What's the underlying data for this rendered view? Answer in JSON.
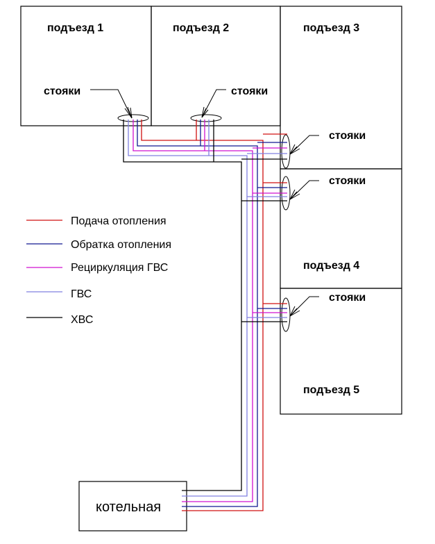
{
  "title": "Схема трубопроводов: котельная и подъезды",
  "colors": {
    "supply_heating": "#d01010",
    "return_heating": "#101890",
    "dhw_recirc": "#d010d0",
    "dhw": "#8080e0",
    "cold_water": "#000000"
  },
  "buildings": [
    {
      "id": 1,
      "label": "подъезд 1"
    },
    {
      "id": 2,
      "label": "подъезд 2"
    },
    {
      "id": 3,
      "label": "подъезд 3"
    },
    {
      "id": 4,
      "label": "подъезд 4"
    },
    {
      "id": 5,
      "label": "подъезд 5"
    }
  ],
  "riser_label": "стояки",
  "riser_callouts": [
    {
      "building": 1,
      "label": "стояки"
    },
    {
      "building": 2,
      "label": "стояки"
    },
    {
      "building": 3,
      "label": "стояки"
    },
    {
      "building": 4,
      "label": "стояки"
    },
    {
      "building": 5,
      "label": "стояки"
    }
  ],
  "boiler_label": "котельная",
  "legend": [
    {
      "key": "supply_heating",
      "label": "Подача отопления",
      "color": "#d01010"
    },
    {
      "key": "return_heating",
      "label": "Обратка отопления",
      "color": "#101890"
    },
    {
      "key": "dhw_recirc",
      "label": "Рециркуляция ГВС",
      "color": "#d010d0"
    },
    {
      "key": "dhw",
      "label": "ГВС",
      "color": "#8080e0"
    },
    {
      "key": "cold_water",
      "label": "ХВС",
      "color": "#000000"
    }
  ]
}
